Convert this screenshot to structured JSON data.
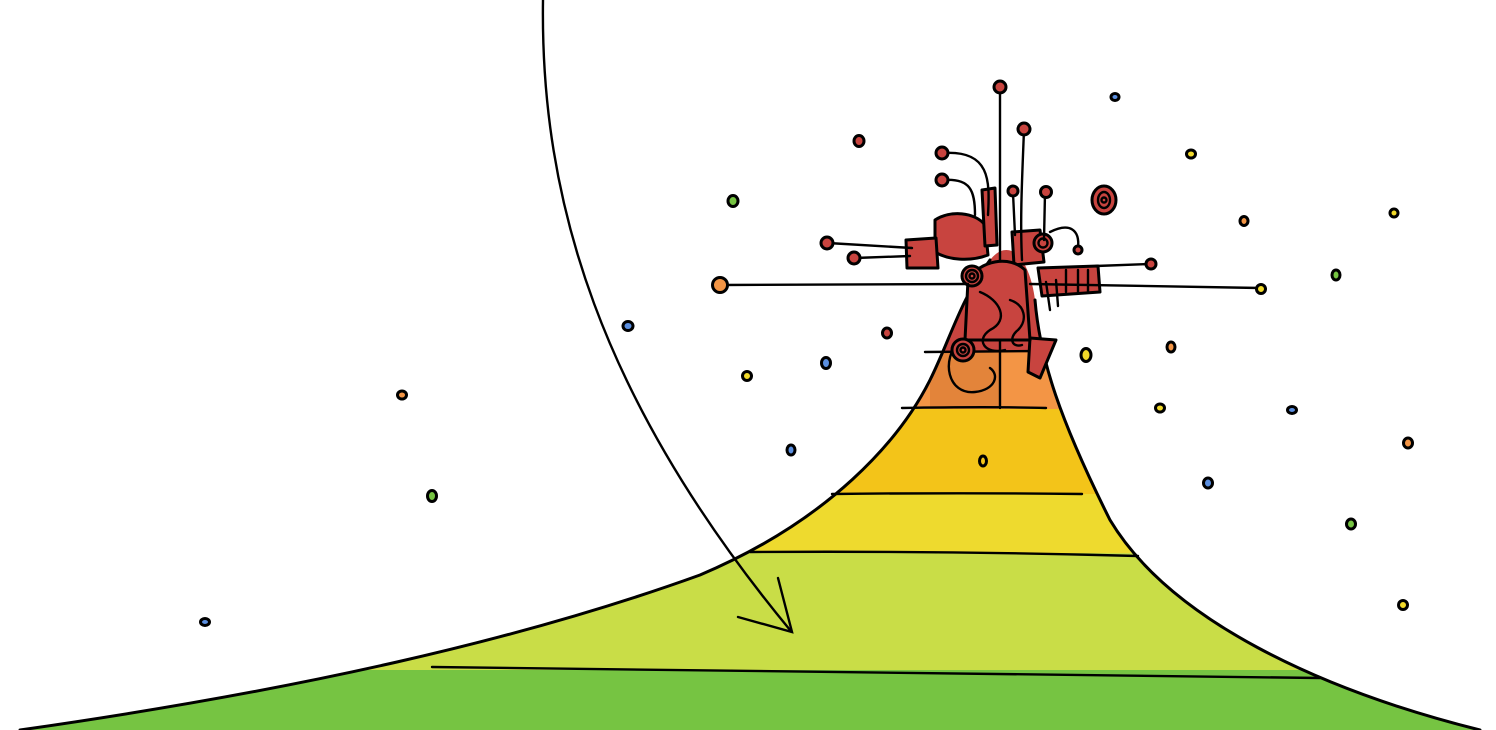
{
  "colors": {
    "ink": "#000000",
    "background": "#ffffff",
    "band_green_dark": "#76C442",
    "band_green_light": "#C9DD47",
    "band_yellow": "#EEDA2E",
    "band_yellow_deep": "#F3C419",
    "band_orange": "#F39545",
    "band_orange_dark": "#E3843A",
    "band_red": "#C8443F",
    "dot_red": "#C8443F",
    "dot_orange": "#F39545",
    "dot_yellow": "#F2DA2A",
    "dot_green": "#76C442",
    "dot_blue": "#5B8FE0"
  },
  "icons": {
    "arrow": "curved-arrow-icon",
    "mountain": "mountain-illustration",
    "tangle": "scribble-tangle-icon",
    "spiral": "spiral-icon",
    "dot": "scatter-dot-icon"
  },
  "bands": [
    {
      "name": "green-dark",
      "color": "#76C442"
    },
    {
      "name": "green-light",
      "color": "#C9DD47"
    },
    {
      "name": "yellow",
      "color": "#EEDA2E"
    },
    {
      "name": "yellow-deep",
      "color": "#F3C419"
    },
    {
      "name": "orange",
      "color": "#F39545"
    },
    {
      "name": "red",
      "color": "#C8443F"
    }
  ],
  "dot_colors": [
    "#C8443F",
    "#F39545",
    "#F2DA2A",
    "#76C442",
    "#5B8FE0"
  ]
}
